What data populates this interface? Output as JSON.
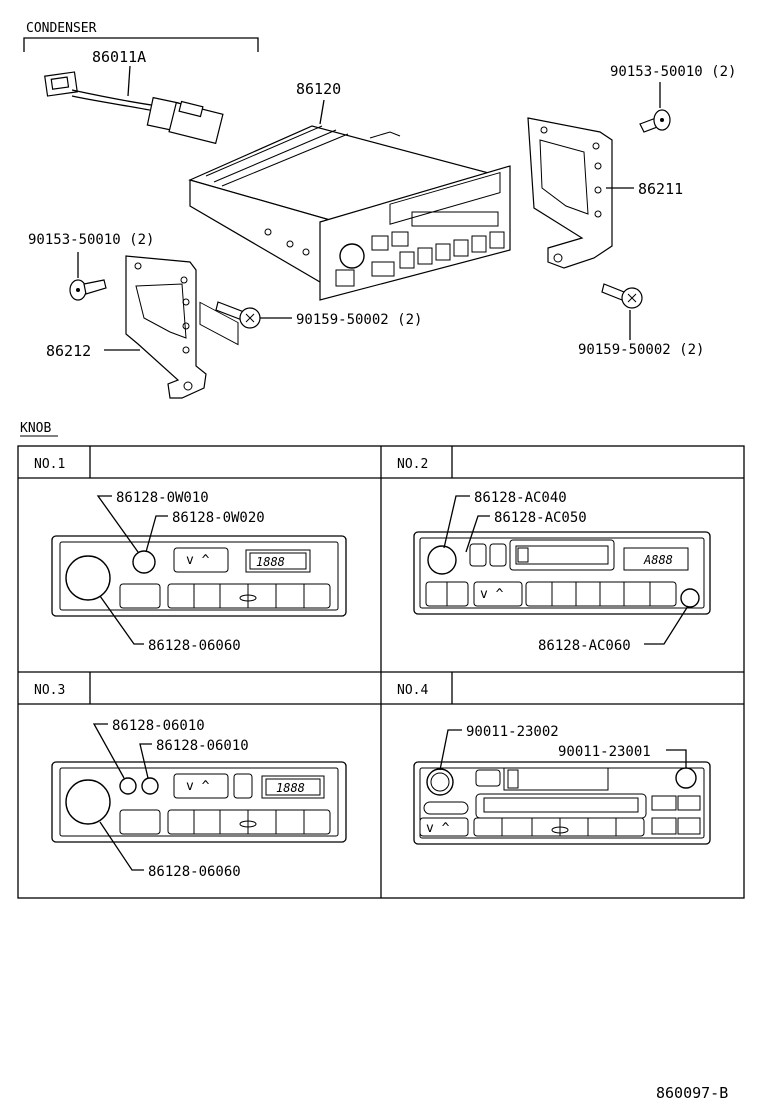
{
  "labels": {
    "condenser": "CONDENSER",
    "part_86011A": "86011A",
    "part_86120": "86120",
    "bolt_right_top": "90153-50010 (2)",
    "bracket_86211": "86211",
    "bolt_left_top": "90153-50010 (2)",
    "screw_center": "90159-50002 (2)",
    "bracket_86212": "86212",
    "screw_right": "90159-50002 (2)"
  },
  "knob_section": {
    "title": "KNOB",
    "panels": [
      {
        "id": "NO.1",
        "display": "1888",
        "callouts": [
          "86128-0W010",
          "86128-0W020",
          "86128-06060"
        ]
      },
      {
        "id": "NO.2",
        "display": "A888",
        "callouts": [
          "86128-AC040",
          "86128-AC050",
          "86128-AC060"
        ]
      },
      {
        "id": "NO.3",
        "display": "1888",
        "callouts": [
          "86128-06010",
          "86128-06010",
          "86128-06060"
        ]
      },
      {
        "id": "NO.4",
        "display": "",
        "callouts": [
          "90011-23002",
          "90011-23001"
        ]
      }
    ]
  },
  "footer": {
    "diagram_code": "860097-B"
  },
  "icons": {
    "radio_head_unit": "car-radio-icon",
    "wire_harness": "condenser-harness-icon",
    "bracket": "mounting-bracket-icon",
    "bolt": "bolt-icon"
  }
}
